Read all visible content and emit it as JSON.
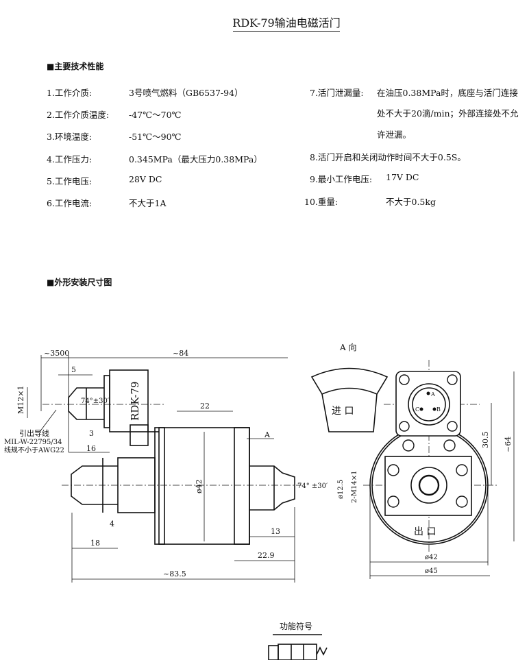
{
  "title": "RDK-79输油电磁活门",
  "sections": {
    "performance": "■主要技术性能",
    "dimensions": "■外形安装尺寸图"
  },
  "specs_left": [
    {
      "label": "1.工作介质:",
      "value": "3号喷气燃料（GB6537-94）"
    },
    {
      "label": "2.工作介质温度:",
      "value": "-47℃～70℃"
    },
    {
      "label": "3.环境温度:",
      "value": "-51℃～90℃"
    },
    {
      "label": "4.工作压力:",
      "value": "0.345MPa（最大压力0.38MPa）"
    },
    {
      "label": "5.工作电压:",
      "value": "28V DC"
    },
    {
      "label": "6.工作电流:",
      "value": "不大于1A"
    }
  ],
  "specs_right": {
    "item7_label": "7.活门泄漏量:",
    "item7_lines": [
      "在油压0.38MPa时，底座与活门连接",
      "处不大于20滴/min；外部连接处不允",
      "许泄漏。"
    ],
    "item8": "8.活门开启和关闭动作时间不大于0.5S。",
    "item9_label": "9.最小工作电压:",
    "item9_value": "17V DC",
    "item10_label": "10.重量:",
    "item10_value": "不大于0.5kg"
  },
  "drawing": {
    "dim_3500": "~3500",
    "dim_84": "~84",
    "dim_5": "5",
    "dim_m12": "M12×1",
    "angle_left": "74°±30′",
    "model_label": "RDK-79",
    "dim_22": "22",
    "dim_3": "3",
    "dim_16": "16",
    "lead_wire": "引出导线",
    "wire_spec": "MIL-W-22795/34",
    "wire_gauge": "线规不小于AWG22",
    "view_arrow": "A",
    "dim_d42_side": "ø42",
    "angle_right": "74° ±30′",
    "dim_d12_5": "ø12.5",
    "dim_2m14": "2-M14×1",
    "dim_4": "4",
    "dim_18": "18",
    "dim_13": "13",
    "dim_22_9": "22.9",
    "dim_83_5": "~83.5",
    "view_a_title": "A 向",
    "inlet": "进  口",
    "outlet": "出  口",
    "pin_a": "A",
    "pin_b": "B",
    "pin_c": "C",
    "dim_30_5": "30.5",
    "dim_64": "~64",
    "dim_d42": "ø42",
    "dim_d45": "ø45",
    "symbol_title": "功能符号"
  }
}
